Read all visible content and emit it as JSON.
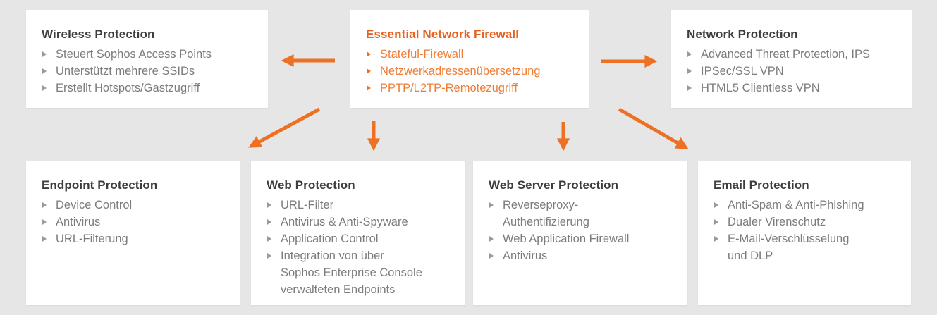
{
  "diagram": {
    "name": "UTM feature overview",
    "colors": {
      "background": "#e6e6e6",
      "card_background": "#ffffff",
      "title_text": "#3d3d3d",
      "item_text": "#7c7c7c",
      "accent_orange": "#ee7023",
      "accent_title_orange": "#e8611f",
      "accent_item_orange": "#f07d35"
    }
  },
  "cards": [
    {
      "id": "wireless-protection",
      "title": "Wireless Protection",
      "items": [
        "Steuert Sophos Access Points",
        "Unterstützt mehrere SSIDs",
        "Erstellt Hotspots/Gastzugriff"
      ]
    },
    {
      "id": "essential-network-firewall",
      "title": "Essential Network Firewall",
      "items": [
        "Stateful-Firewall",
        "Netzwerkadressenübersetzung",
        "PPTP/L2TP-Remotezugriff"
      ]
    },
    {
      "id": "network-protection",
      "title": "Network Protection",
      "items": [
        "Advanced Threat Protection, IPS",
        "IPSec/SSL VPN",
        "HTML5 Clientless VPN"
      ]
    },
    {
      "id": "endpoint-protection",
      "title": "Endpoint Protection",
      "items": [
        "Device Control",
        "Antivirus",
        "URL-Filterung"
      ]
    },
    {
      "id": "web-protection",
      "title": "Web Protection",
      "items": [
        "URL-Filter",
        "Antivirus & Anti-Spyware",
        "Application Control",
        "Integration von über\nSophos Enterprise Console\nverwalteten Endpoints"
      ]
    },
    {
      "id": "web-server-protection",
      "title": "Web Server Protection",
      "items": [
        "Reverseproxy-\nAuthentifizierung",
        "Web Application Firewall",
        "Antivirus"
      ]
    },
    {
      "id": "email-protection",
      "title": "Email Protection",
      "items": [
        "Anti-Spam & Anti-Phishing",
        "Dualer Virenschutz",
        "E-Mail-Verschlüsselung\nund DLP"
      ]
    }
  ],
  "arrows": [
    {
      "name": "arrow-to-wireless",
      "direction": "left"
    },
    {
      "name": "arrow-to-network",
      "direction": "right"
    },
    {
      "name": "arrow-to-endpoint",
      "direction": "down-left"
    },
    {
      "name": "arrow-to-web",
      "direction": "down"
    },
    {
      "name": "arrow-to-web-server",
      "direction": "down"
    },
    {
      "name": "arrow-to-email",
      "direction": "down-right"
    }
  ]
}
